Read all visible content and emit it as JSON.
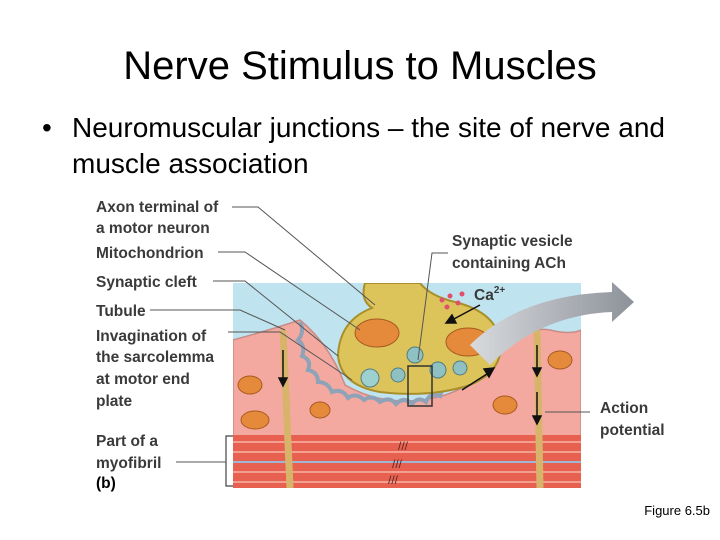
{
  "slide": {
    "title": "Nerve Stimulus to Muscles",
    "bullet_marker": "•",
    "bullet": "Neuromuscular junctions – the site of nerve and muscle association",
    "figure_caption": "Figure 6.5b"
  },
  "diagram": {
    "left_labels": [
      {
        "line1": "Axon terminal of",
        "line2": "a motor neuron"
      },
      {
        "line1": "Mitochondrion"
      },
      {
        "line1": "Synaptic cleft"
      },
      {
        "line1": "Tubule"
      },
      {
        "line1": "Invagination of",
        "line2": "the sarcolemma",
        "line3": "at motor end",
        "line4": "plate"
      },
      {
        "line1": "Part of a",
        "line2": "myofibril"
      }
    ],
    "panel_label": "(b)",
    "right_labels": {
      "vesicle_line1": "Synaptic vesicle",
      "vesicle_line2": "containing ACh",
      "calcium": "Ca",
      "calcium_charge": "2+",
      "action_line1": "Action",
      "action_line2": "potential"
    },
    "colors": {
      "extracellular": "#bfe3ef",
      "muscle": "#f4a9a0",
      "axon": "#dcc45a",
      "mitochondria": "#e58a3a",
      "myofibril": "#e8604f",
      "arrow": "#8a8f98"
    }
  }
}
